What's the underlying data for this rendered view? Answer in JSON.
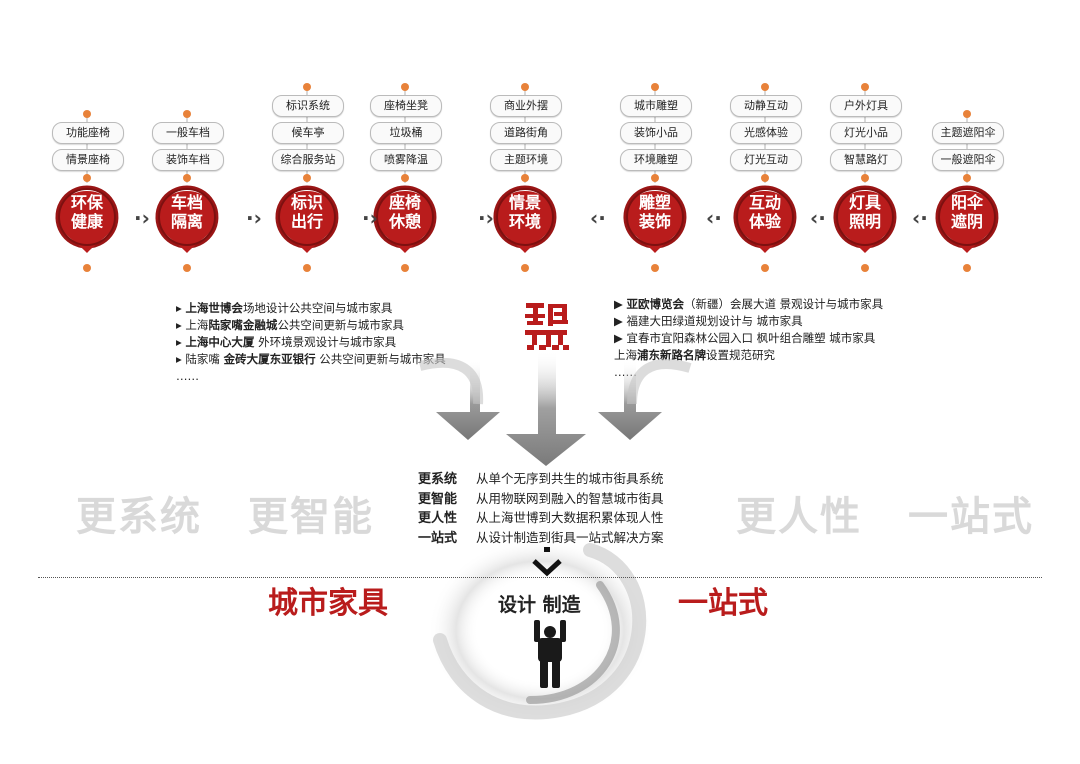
{
  "columns": [
    {
      "title": [
        "环保",
        "健康"
      ],
      "tags": [
        "功能座椅",
        "情景座椅"
      ]
    },
    {
      "title": [
        "车档",
        "隔离"
      ],
      "tags": [
        "一般车档",
        "装饰车档"
      ]
    },
    {
      "title": [
        "标识",
        "出行"
      ],
      "tags": [
        "标识系统",
        "候车亭",
        "综合服务站"
      ]
    },
    {
      "title": [
        "座椅",
        "休憩"
      ],
      "tags": [
        "座椅坐凳",
        "垃圾桶",
        "喷雾降温"
      ]
    },
    {
      "title": [
        "情景",
        "环境"
      ],
      "tags": [
        "商业外摆",
        "道路街角",
        "主题环境"
      ]
    },
    {
      "title": [
        "雕塑",
        "装饰"
      ],
      "tags": [
        "城市雕塑",
        "装饰小品",
        "环境雕塑"
      ]
    },
    {
      "title": [
        "互动",
        "体验"
      ],
      "tags": [
        "动静互动",
        "光感体验",
        "灯光互动"
      ]
    },
    {
      "title": [
        "灯具",
        "照明"
      ],
      "tags": [
        "户外灯具",
        "灯光小品",
        "智慧路灯"
      ]
    },
    {
      "title": [
        "阳伞",
        "遮阴"
      ],
      "tags": [
        "主题遮阳伞",
        "一般遮阳伞"
      ]
    }
  ],
  "separators": [
    "·›",
    "·›",
    "·›",
    "·›",
    "‹·",
    "‹·",
    "‹·",
    "‹·"
  ],
  "projects_left": [
    [
      {
        "t": "▸ ",
        "b": false
      },
      {
        "t": "上海世博会",
        "b": true
      },
      {
        "t": "场地设计公共空间与城市家具",
        "b": false
      }
    ],
    [
      {
        "t": "▸ 上海",
        "b": false
      },
      {
        "t": "陆家嘴金融城",
        "b": true
      },
      {
        "t": "公共空间更新与城市家具",
        "b": false
      }
    ],
    [
      {
        "t": "▸ ",
        "b": false
      },
      {
        "t": "上海中心大厦",
        "b": true
      },
      {
        "t": " 外环境景观设计与城市家具",
        "b": false
      }
    ],
    [
      {
        "t": "▸ 陆家嘴 ",
        "b": false
      },
      {
        "t": "金砖大厦东亚银行",
        "b": true
      },
      {
        "t": " 公共空间更新与城市家具",
        "b": false
      }
    ],
    [
      {
        "t": "……",
        "b": false
      }
    ]
  ],
  "projects_right": [
    [
      {
        "t": "▶ ",
        "b": false
      },
      {
        "t": "亚欧博览会",
        "b": true
      },
      {
        "t": "（新疆）会展大道 景观设计与城市家具",
        "b": false
      }
    ],
    [
      {
        "t": "▶ 福建大田绿道规划设计与 城市家具",
        "b": false
      }
    ],
    [
      {
        "t": "▶ 宜春市宜阳森林公园入口 枫叶组合雕塑 城市家具",
        "b": false
      }
    ],
    [
      {
        "t": "上海",
        "b": false
      },
      {
        "t": "浦东新路名牌",
        "b": true
      },
      {
        "t": "设置规范研究",
        "b": false
      }
    ],
    [
      {
        "t": "……",
        "b": false
      }
    ]
  ],
  "ghost_words": [
    "更系统",
    "更智能",
    "更人性",
    "一站式"
  ],
  "features": [
    {
      "k": "更系统",
      "v": "从单个无序到共生的城市街具系统"
    },
    {
      "k": "更智能",
      "v": "从用物联网到融入的智慧城市街具"
    },
    {
      "k": "更人性",
      "v": "从上海世博到大数据积累体现人性"
    },
    {
      "k": "一站式",
      "v": "从设计制造到街具一站式解决方案"
    }
  ],
  "bottom": {
    "left": "城市家具",
    "center": "设计 制造",
    "right": "一站式"
  },
  "colors": {
    "accent_red": "#b91c1c",
    "dot_orange": "#e8823a",
    "ghost_grey": "#d9d9d9",
    "arrow_grey": "#8a8a8a"
  }
}
